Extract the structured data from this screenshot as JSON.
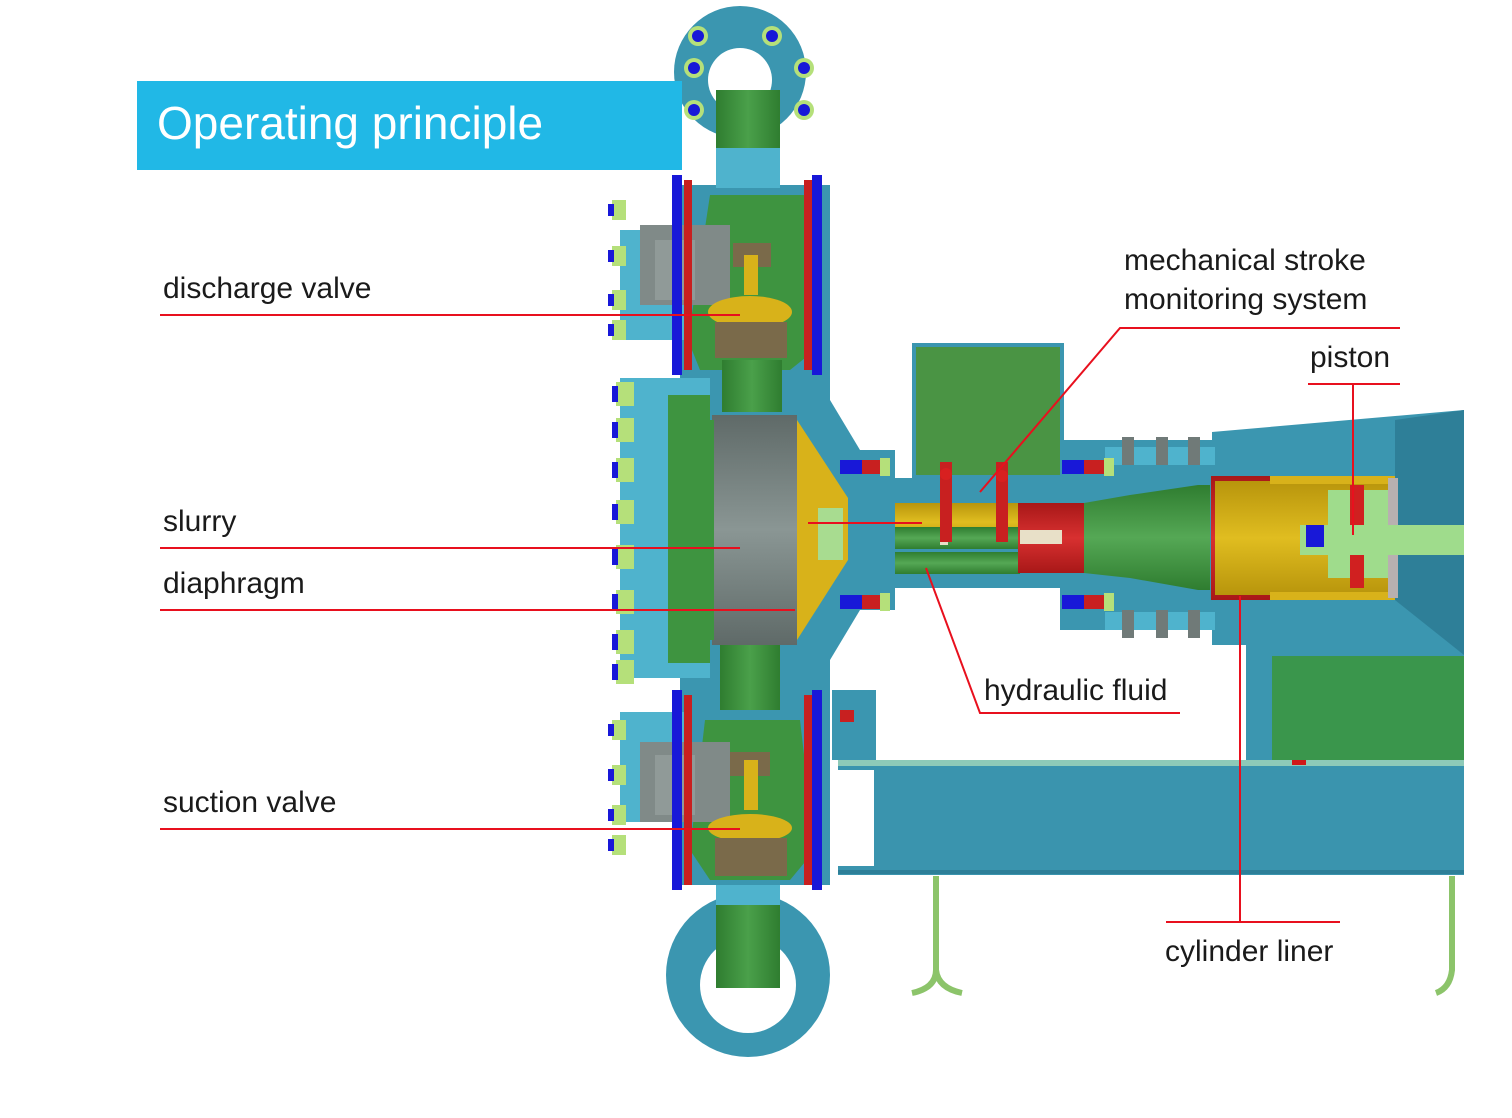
{
  "title": "Operating principle",
  "colors": {
    "banner": "#21b8e6",
    "leader_line": "#e8101e",
    "housing": "#3b96b0",
    "housing_light": "#4fb3cd",
    "green_part": "#3e9440",
    "yellow_part": "#d8b21a",
    "red_part": "#cf2020",
    "bolt_blue": "#1010e0",
    "bolt_nut": "#b5e07a",
    "grey_part": "#7f8a88"
  },
  "labels": {
    "discharge_valve": "discharge valve",
    "slurry": "slurry",
    "diaphragm": "diaphragm",
    "suction_valve": "suction valve",
    "stroke_monitoring_line1": "mechanical stroke",
    "stroke_monitoring_line2": "monitoring system",
    "piston": "piston",
    "hydraulic_fluid": "hydraulic fluid",
    "cylinder_liner": "cylinder liner"
  }
}
